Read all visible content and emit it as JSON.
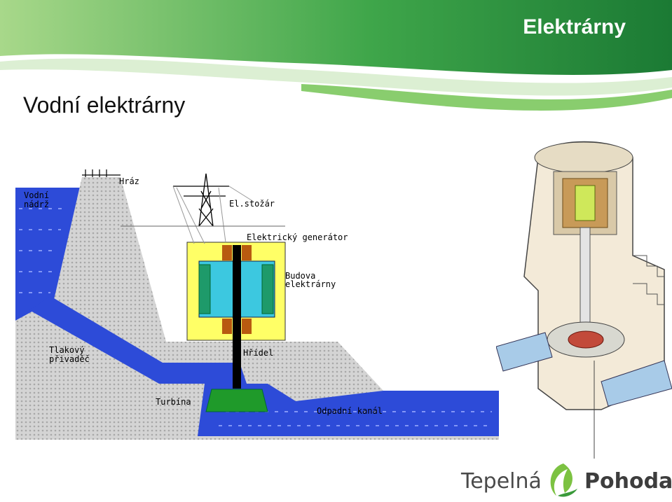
{
  "header": {
    "title": "Elektrárny"
  },
  "slide": {
    "title": "Vodní elektrárny"
  },
  "diagram": {
    "labels": {
      "reservoir_line1": "Vodní",
      "reservoir_line2": "nádrž",
      "dam": "Hráz",
      "pylon": "El.stožár",
      "generator": "Elektrický generátor",
      "building_line1": "Budova",
      "building_line2": "elektrárny",
      "penstock_line1": "Tlakový",
      "penstock_line2": "přivaděč",
      "shaft": "Hřídel",
      "turbine": "Turbína",
      "tailrace": "Odpadní kanál"
    }
  },
  "logo": {
    "part1": "Tepelná",
    "part2": "Pohoda"
  },
  "colors": {
    "green_dark": "#1f8a3c",
    "green_light": "#6cc04a",
    "water": "#2d4bd8",
    "building": "#ffff66",
    "gray": "#c8c8c8"
  }
}
